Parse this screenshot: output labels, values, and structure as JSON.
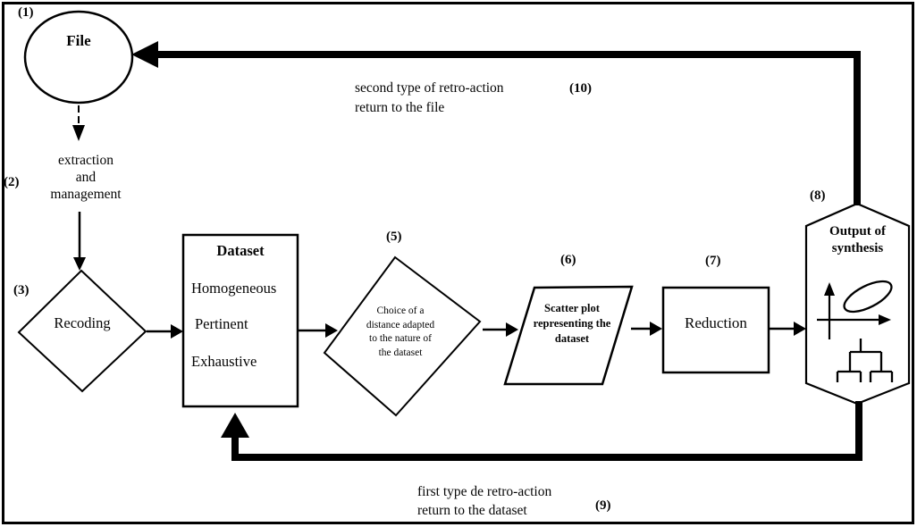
{
  "colors": {
    "ink": "#000000",
    "paper": "#ffffff"
  },
  "nodes": {
    "file": {
      "num": "(1)",
      "label": "File"
    },
    "extraction": {
      "num": "(2)",
      "label": "extraction\nand\nmanagement"
    },
    "recoding": {
      "num": "(3)",
      "label": "Recoding"
    },
    "dataset": {
      "title": "Dataset",
      "items": [
        "Homogeneous",
        "Pertinent",
        "Exhaustive"
      ]
    },
    "choice": {
      "num": "(5)",
      "label": "Choice of a\ndistance adapted\nto the nature of\nthe dataset"
    },
    "scatter": {
      "num": "(6)",
      "label": "Scatter plot\nrepresenting the\ndataset"
    },
    "reduction": {
      "num": "(7)",
      "label": "Reduction"
    },
    "output": {
      "num": "(8)",
      "label": "Output of\nsynthesis"
    }
  },
  "feedbacks": {
    "to_file": {
      "num": "(10)",
      "label": "second type of retro-action\nreturn to the file"
    },
    "to_dataset": {
      "num": "(9)",
      "label": "first type de retro-action\nreturn to the dataset"
    }
  },
  "icons": {
    "axes": "scatter-axes-icon",
    "cluster": "cluster-ellipse-icon",
    "dendrogram": "dendrogram-icon"
  }
}
